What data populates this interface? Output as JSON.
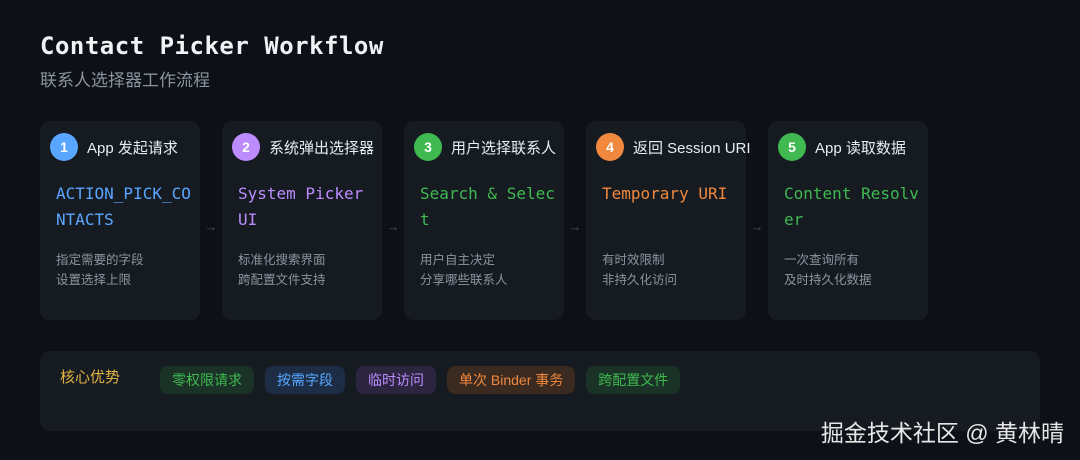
{
  "header": {
    "title": "Contact Picker Workflow",
    "subtitle": "联系人选择器工作流程"
  },
  "steps": [
    {
      "number": "1",
      "label": "App 发起请求",
      "code": "ACTION_PICK_CONTACTS",
      "desc": [
        "指定需要的字段",
        "设置选择上限"
      ],
      "color": "#58a6ff"
    },
    {
      "number": "2",
      "label": "系统弹出选择器",
      "code": "System Picker UI",
      "desc": [
        "标准化搜索界面",
        "跨配置文件支持"
      ],
      "color": "#bc8cff"
    },
    {
      "number": "3",
      "label": "用户选择联系人",
      "code": "Search & Select",
      "desc": [
        "用户自主决定",
        "分享哪些联系人"
      ],
      "color": "#3fb950"
    },
    {
      "number": "4",
      "label": "返回 Session URI",
      "code": "Temporary URI",
      "desc": [
        "有时效限制",
        "非持久化访问"
      ],
      "color": "#f0883e"
    },
    {
      "number": "5",
      "label": "App 读取数据",
      "code": "Content Resolver",
      "desc": [
        "一次查询所有",
        "及时持久化数据"
      ],
      "color": "#3fb950"
    }
  ],
  "connector": {
    "arrow": "→"
  },
  "advantages": {
    "label": "核心优势",
    "tags": [
      {
        "text": "零权限请求",
        "color": "#3fb950",
        "bg": "#1a3326"
      },
      {
        "text": "按需字段",
        "color": "#58a6ff",
        "bg": "#1c2d45"
      },
      {
        "text": "临时访问",
        "color": "#bc8cff",
        "bg": "#2b2540"
      },
      {
        "text": "单次 Binder 事务",
        "color": "#f0883e",
        "bg": "#3a2a20"
      },
      {
        "text": "跨配置文件",
        "color": "#3fb950",
        "bg": "#1a3326"
      }
    ]
  },
  "watermark": "掘金技术社区 @ 黄林晴"
}
